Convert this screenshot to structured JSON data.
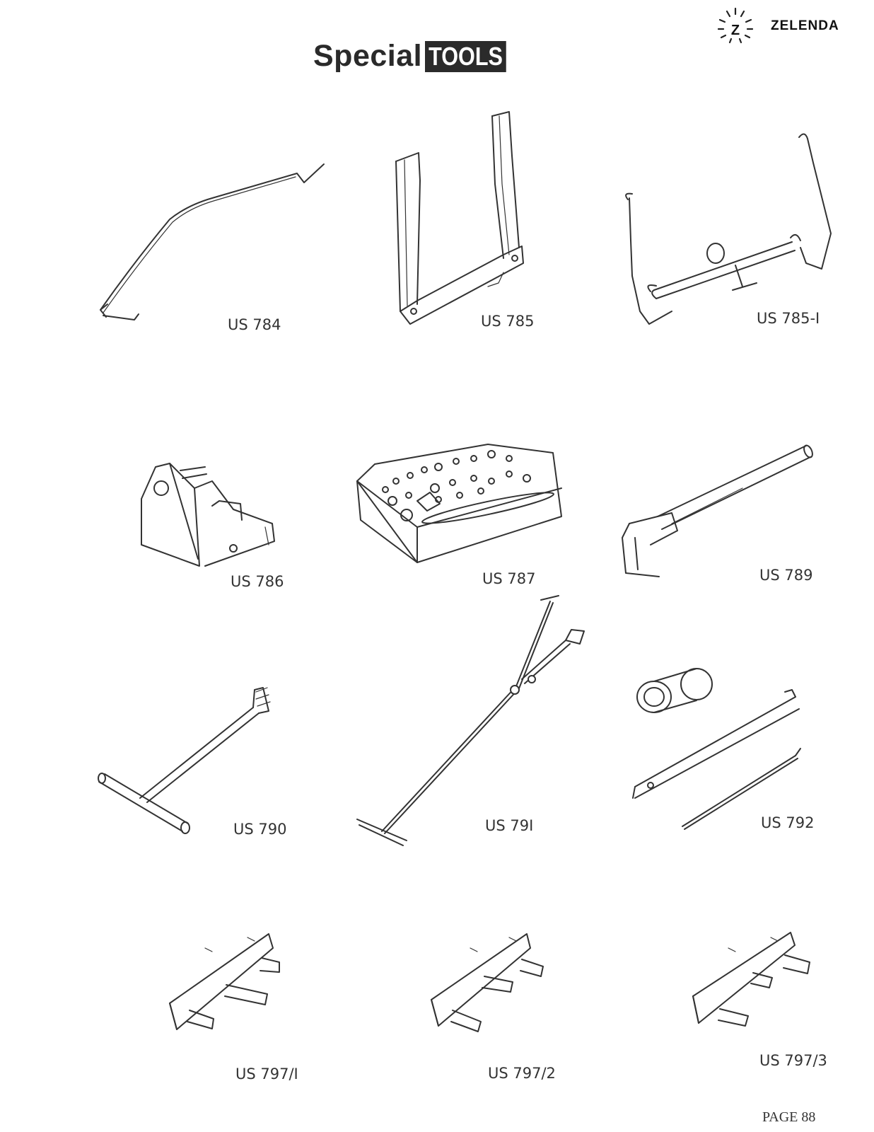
{
  "header": {
    "brand": "ZELENDA",
    "logo_letter": "Z",
    "title_part1": "Special",
    "title_part2": "TOOLS"
  },
  "tools": [
    {
      "id": "t784",
      "label": "US 784",
      "icon": "bent-wire-rod-icon"
    },
    {
      "id": "t785",
      "label": "US 785",
      "icon": "u-frame-fork-icon"
    },
    {
      "id": "t785-1",
      "label": "US 785-I",
      "icon": "chain-lifting-bar-icon"
    },
    {
      "id": "t786",
      "label": "US 786",
      "icon": "bracket-clamp-icon"
    },
    {
      "id": "t787",
      "label": "US 787",
      "icon": "perforated-block-icon"
    },
    {
      "id": "t789",
      "label": "US 789",
      "icon": "hooked-bar-icon"
    },
    {
      "id": "t790",
      "label": "US 790",
      "icon": "t-handle-wrench-icon"
    },
    {
      "id": "t791",
      "label": "US 79I",
      "icon": "long-rod-puller-icon"
    },
    {
      "id": "t792",
      "label": "US 792",
      "icon": "sleeve-and-guide-icon"
    },
    {
      "id": "t797-1",
      "label": "US 797/I",
      "icon": "peg-plate-1-icon"
    },
    {
      "id": "t797-2",
      "label": "US 797/2",
      "icon": "peg-plate-2-icon"
    },
    {
      "id": "t797-3",
      "label": "US 797/3",
      "icon": "peg-plate-3-icon"
    }
  ],
  "footer": {
    "page_label": "PAGE 88"
  }
}
